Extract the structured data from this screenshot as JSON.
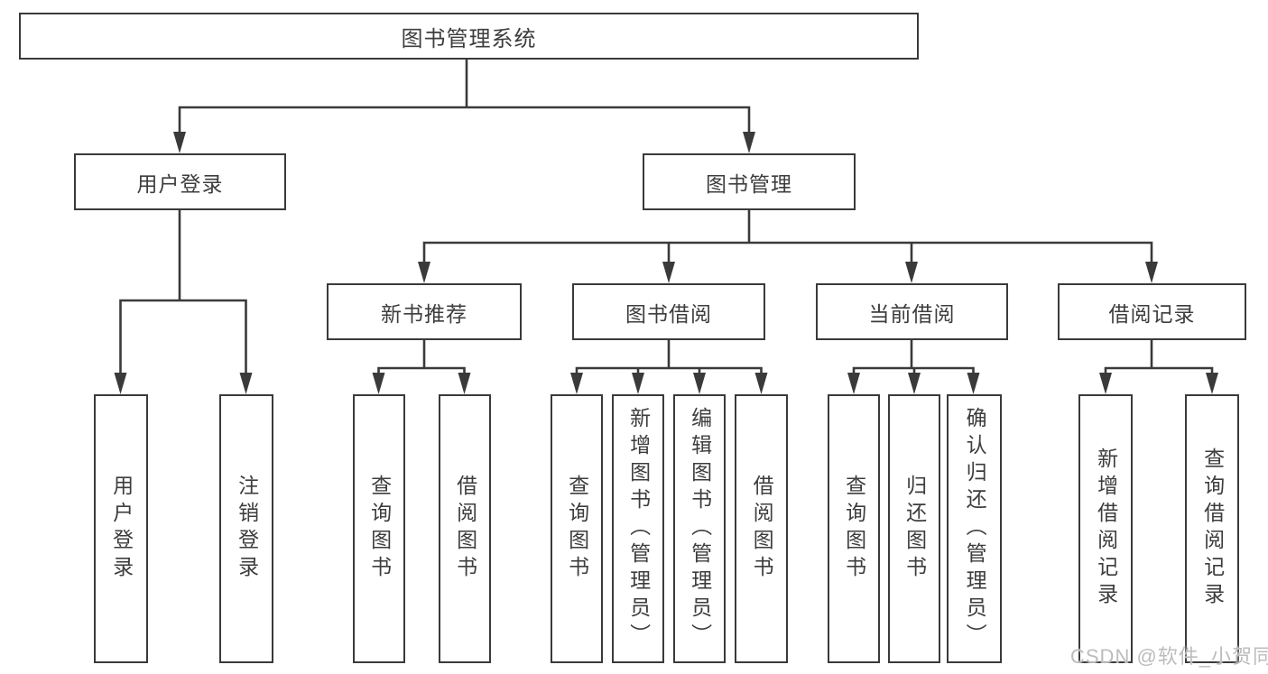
{
  "diagram_title": "图书管理系统",
  "watermark": "CSDN @软件_小贺同学",
  "colors": {
    "line": "#3a3a3a",
    "box_border": "#3a3a3a",
    "text": "#3d3d3d",
    "background": "#ffffff",
    "watermark": "#bdbcbc"
  },
  "tree": {
    "label": "图书管理系统",
    "children": [
      {
        "label": "用户登录",
        "children": [
          {
            "label": "用户登录"
          },
          {
            "label": "注销登录"
          }
        ]
      },
      {
        "label": "图书管理",
        "children": [
          {
            "label": "新书推荐",
            "children": [
              {
                "label": "查询图书"
              },
              {
                "label": "借阅图书"
              }
            ]
          },
          {
            "label": "图书借阅",
            "children": [
              {
                "label": "查询图书"
              },
              {
                "label": "新增图书（管理员）"
              },
              {
                "label": "编辑图书（管理员）"
              },
              {
                "label": "借阅图书"
              }
            ]
          },
          {
            "label": "当前借阅",
            "children": [
              {
                "label": "查询图书"
              },
              {
                "label": "归还图书"
              },
              {
                "label": "确认归还（管理员）"
              }
            ]
          },
          {
            "label": "借阅记录",
            "children": [
              {
                "label": "新增借阅记录"
              },
              {
                "label": "查询借阅记录"
              }
            ]
          }
        ]
      }
    ]
  }
}
